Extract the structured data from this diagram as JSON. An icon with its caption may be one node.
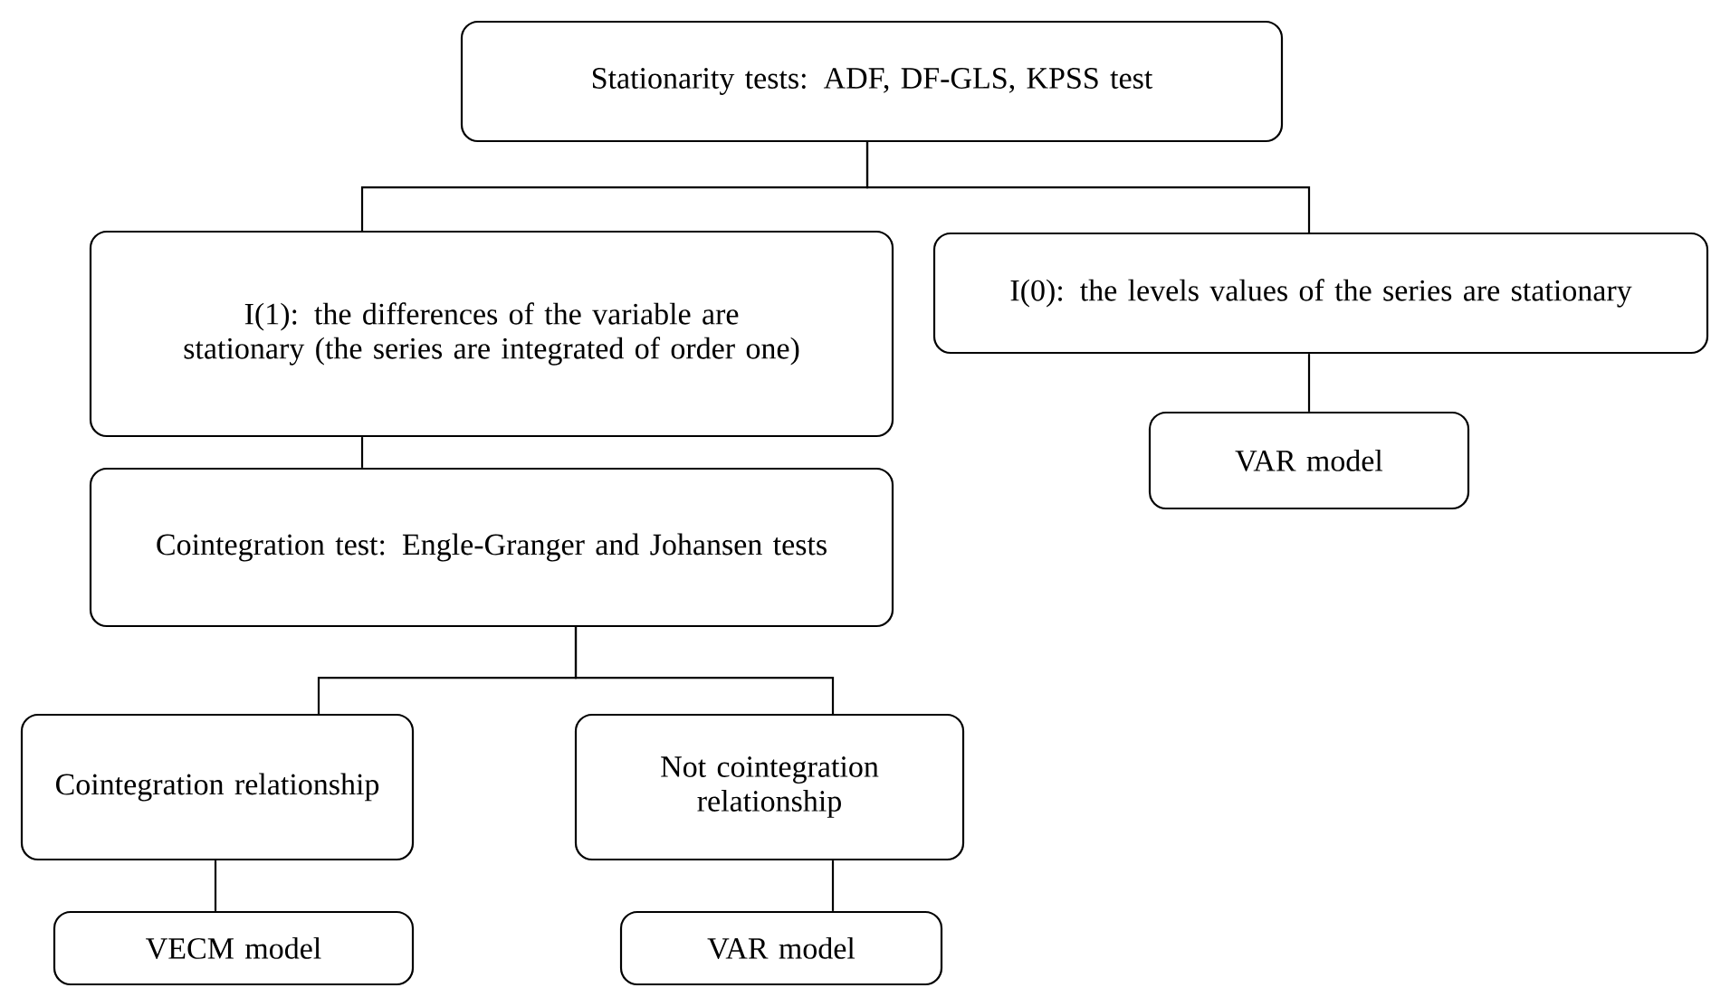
{
  "diagram": {
    "nodes": [
      {
        "text": [
          "Stationarity tests: ADF, DF-GLS, KPSS test"
        ]
      },
      {
        "text": [
          "I(1): the differences of the variable are stationary (the series are integrated of order one)"
        ]
      },
      {
        "text": [
          "I(0): the levels values of the series are stationary"
        ]
      },
      {
        "text": [
          "VAR model"
        ]
      },
      {
        "text": [
          "Cointegration test: Engle-Granger and Johansen tests"
        ]
      },
      {
        "text": [
          "Cointegration relationship"
        ]
      },
      {
        "text": [
          "Not cointegration relationship"
        ]
      },
      {
        "text": [
          "VECM  model"
        ]
      },
      {
        "text": [
          "VAR model"
        ]
      }
    ],
    "edges": [
      {
        "from": 0,
        "to": 1,
        "arrow": "none"
      },
      {
        "from": 0,
        "to": 2,
        "arrow": "none"
      },
      {
        "from": 1,
        "to": 4,
        "arrow": "none"
      },
      {
        "from": 2,
        "to": 3,
        "arrow": "none"
      },
      {
        "from": 4,
        "to": 5,
        "arrow": "none"
      },
      {
        "from": 4,
        "to": 6,
        "arrow": "none"
      },
      {
        "from": 5,
        "to": 7,
        "arrow": "none"
      },
      {
        "from": 6,
        "to": 8,
        "arrow": "none"
      }
    ]
  }
}
